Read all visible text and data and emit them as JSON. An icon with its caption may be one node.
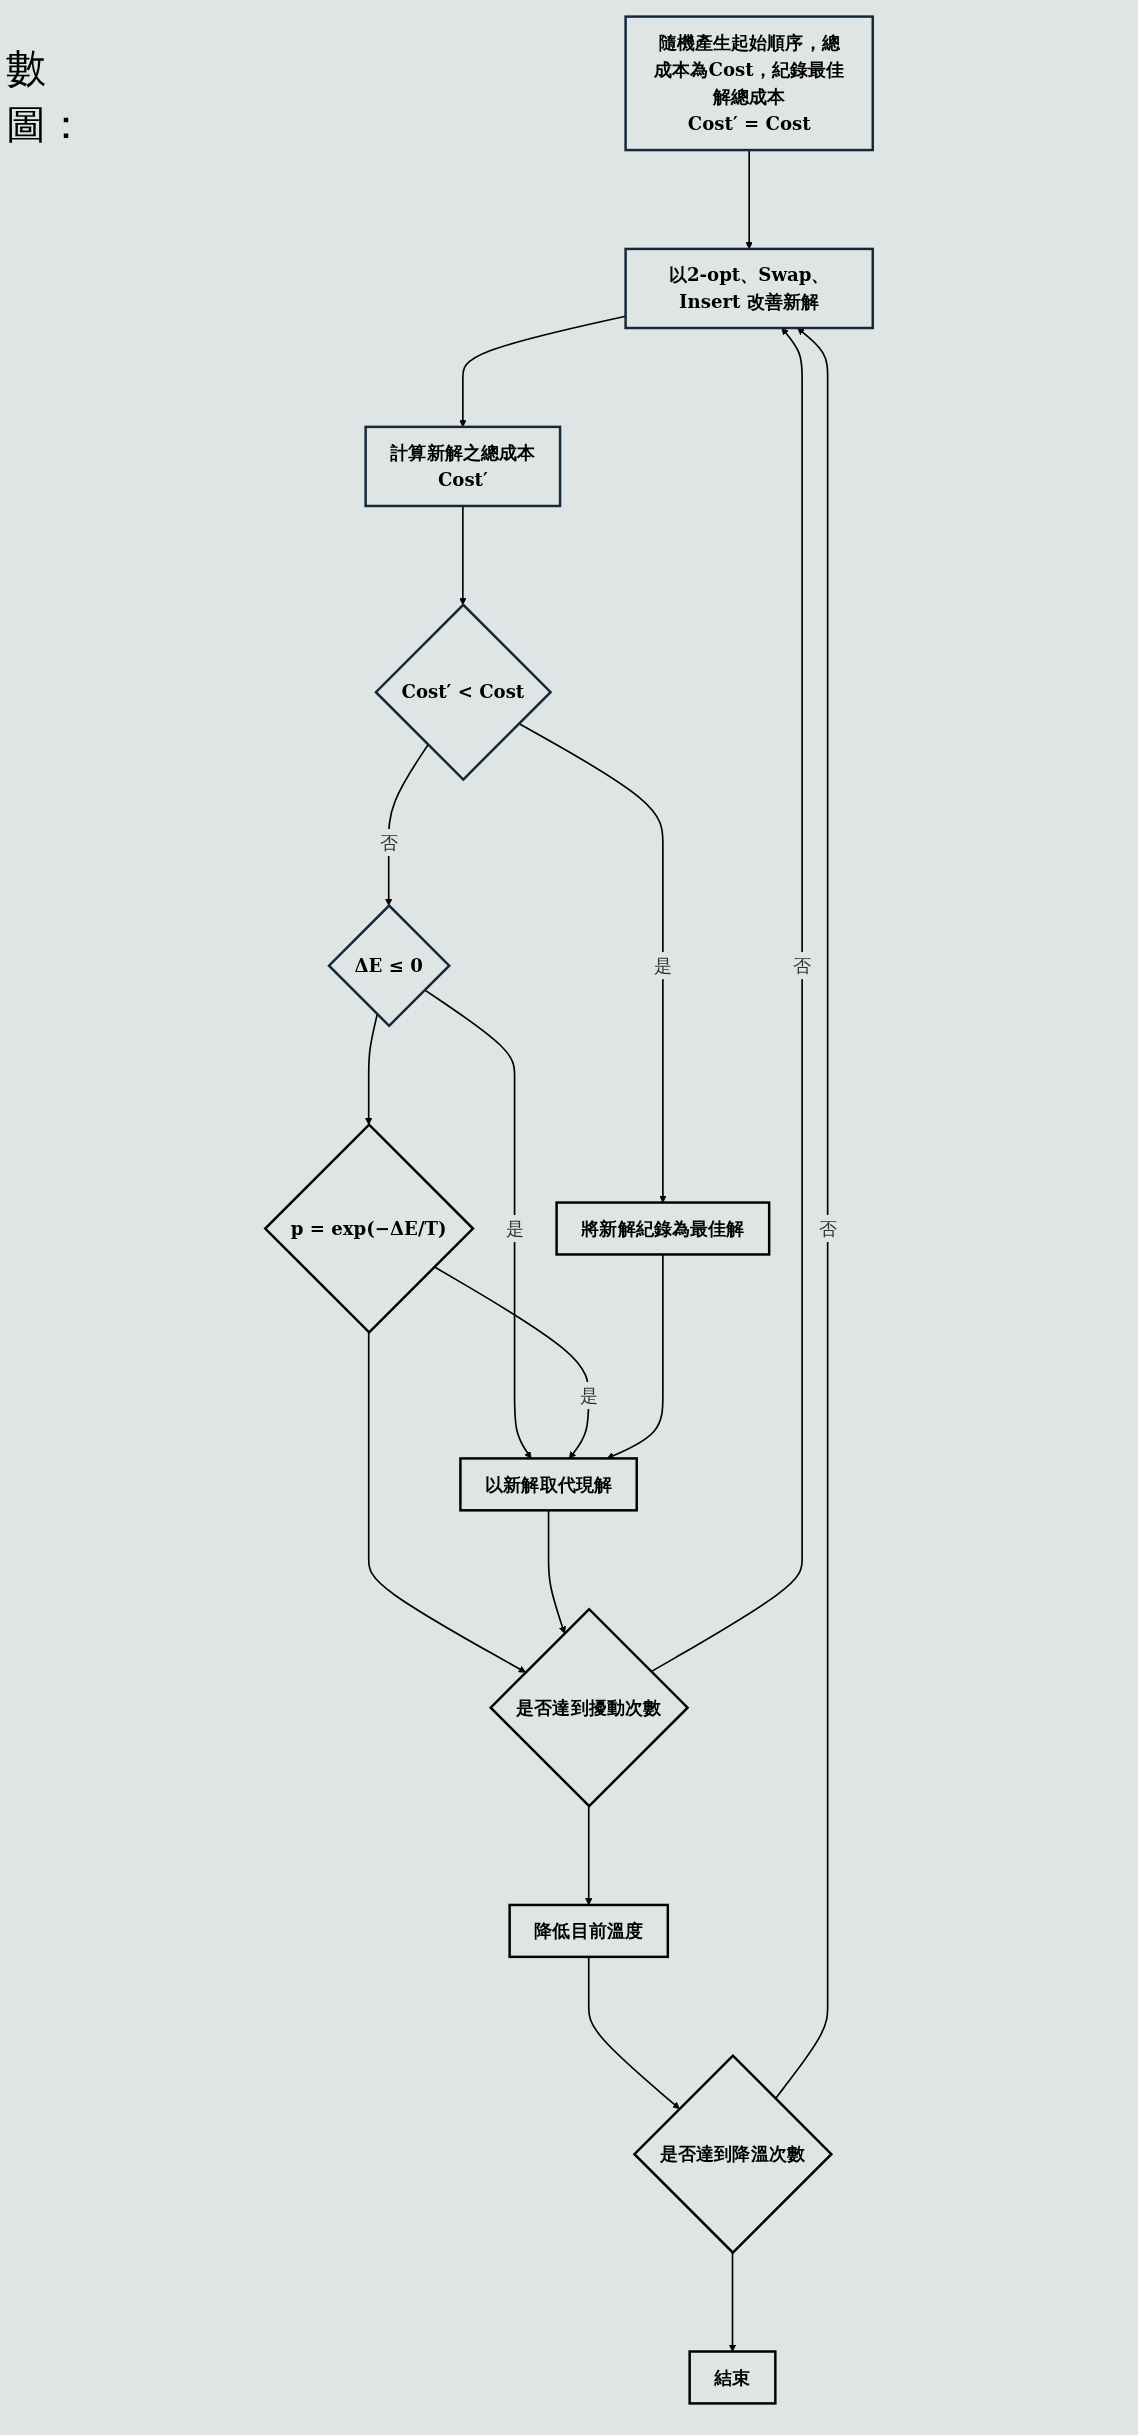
{
  "diagram": {
    "nodes": [
      {
        "text": [
          "隨機產生起始順序，總成本為Cost，紀錄最佳解總成本",
          "Cost′ = Cost"
        ]
      },
      {
        "text": [
          "以2-opt、Swap、Insert 改善新解"
        ]
      },
      {
        "text": [
          "計算新解之總成本",
          "Cost′"
        ]
      },
      {
        "text": [
          "Cost′ < Cost"
        ]
      },
      {
        "text": [
          "將新解紀錄為最佳解"
        ]
      },
      {
        "text": [
          "ΔE ≤ 0"
        ]
      },
      {
        "text": [
          "p = exp(−ΔE/T)"
        ]
      },
      {
        "text": [
          "以新解取代現解"
        ]
      },
      {
        "text": [
          "是否達到擾動次數"
        ]
      },
      {
        "text": [
          "降低目前溫度"
        ]
      },
      {
        "text": [
          "是否達到降溫次數"
        ]
      },
      {
        "text": [
          "結束"
        ]
      }
    ],
    "edges": [
      {
        "from": 0,
        "to": 1,
        "arrow": "to"
      },
      {
        "from": 1,
        "to": 2,
        "arrow": "to"
      },
      {
        "from": 2,
        "to": 3,
        "arrow": "to"
      },
      {
        "from": 3,
        "to": 5,
        "arrow": "to",
        "label": "否"
      },
      {
        "from": 3,
        "to": 4,
        "arrow": "to",
        "label": "是"
      },
      {
        "from": 5,
        "to": 7,
        "arrow": "to",
        "label": "是"
      },
      {
        "from": 5,
        "to": 6,
        "arrow": "to"
      },
      {
        "from": 6,
        "to": 7,
        "arrow": "to",
        "label": "是"
      },
      {
        "from": 4,
        "to": 7,
        "arrow": "to"
      },
      {
        "from": 6,
        "to": 8,
        "arrow": "to"
      },
      {
        "from": 7,
        "to": 8,
        "arrow": "to"
      },
      {
        "from": 8,
        "to": 1,
        "arrow": "to",
        "label": "否"
      },
      {
        "from": 8,
        "to": 9,
        "arrow": "to"
      },
      {
        "from": 9,
        "to": 10,
        "arrow": "to"
      },
      {
        "from": 10,
        "to": 1,
        "arrow": "to",
        "label": "否"
      },
      {
        "from": 10,
        "to": 11,
        "arrow": "to"
      }
    ],
    "labels": [
      "數",
      "圖："
    ]
  }
}
